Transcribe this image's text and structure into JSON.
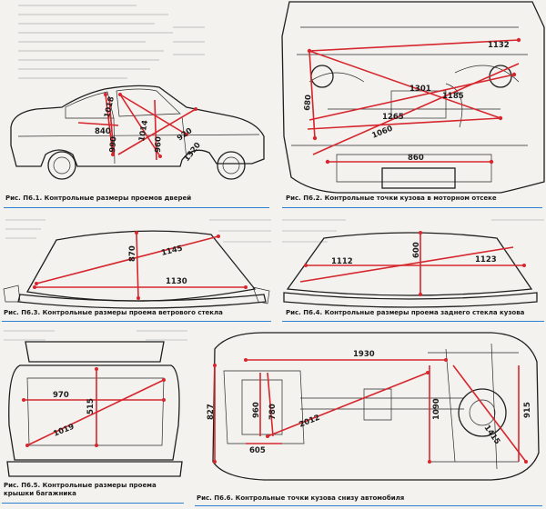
{
  "figures": [
    {
      "id": "p6_1",
      "caption": "Рис. П6.1. Контрольные размеры проемов дверей",
      "dimensions": [
        "1018",
        "840",
        "990",
        "1014",
        "960",
        "920",
        "1320"
      ]
    },
    {
      "id": "p6_2",
      "caption": "Рис. П6.2. Контрольные точки кузова в моторном отсеке",
      "dimensions": [
        "1132",
        "680",
        "1301",
        "1185",
        "1265",
        "1060",
        "860"
      ]
    },
    {
      "id": "p6_3",
      "caption": "Рис. П6.3. Контрольные размеры проема ветрового стекла",
      "dimensions": [
        "870",
        "1145",
        "1130"
      ]
    },
    {
      "id": "p6_4",
      "caption": "Рис. П6.4. Контрольные размеры проема заднего стекла кузова",
      "dimensions": [
        "600",
        "1112",
        "1123"
      ]
    },
    {
      "id": "p6_5",
      "caption": "Рис. П6.5. Контрольные размеры проема крышки багажника",
      "dimensions": [
        "970",
        "515",
        "1019"
      ]
    },
    {
      "id": "p6_6",
      "caption": "Рис. П6.6. Контрольные точки кузова снизу автомобиля",
      "dimensions": [
        "1930",
        "827",
        "960",
        "780",
        "2012",
        "605",
        "1090",
        "1415",
        "915"
      ]
    }
  ],
  "colors": {
    "dimension_line": "#d6272f",
    "caption_rule": "#2d7fd3",
    "ink": "#1f1f1f",
    "paper": "#f3f2ee"
  }
}
